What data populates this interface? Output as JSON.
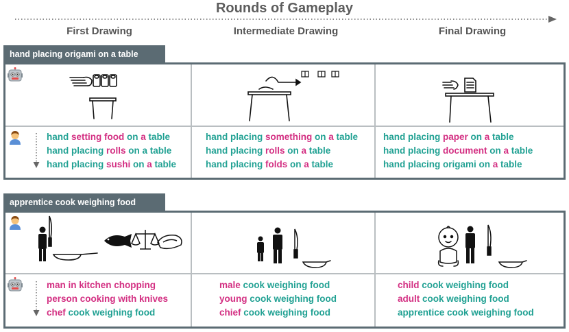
{
  "title": "Rounds of Gameplay",
  "columns": [
    "First Drawing",
    "Intermediate Drawing",
    "Final Drawing"
  ],
  "colors": {
    "teal": "#21a193",
    "magenta": "#d32f82",
    "panel": "#5b6b73"
  },
  "sections": [
    {
      "label": "hand placing origami on a table",
      "drawer": "robot-icon",
      "guesser": "person-icon",
      "guesses": [
        [
          [
            [
              "hand ",
              "t"
            ],
            [
              "setting food",
              "m"
            ],
            [
              " on ",
              "t"
            ],
            [
              "a",
              "m"
            ],
            [
              " table",
              "t"
            ]
          ],
          [
            [
              "hand placing ",
              "t"
            ],
            [
              "rolls",
              "m"
            ],
            [
              " on a table",
              "t"
            ]
          ],
          [
            [
              "hand placing ",
              "t"
            ],
            [
              "sushi",
              "m"
            ],
            [
              " on ",
              "t"
            ],
            [
              "a",
              "m"
            ],
            [
              " table",
              "t"
            ]
          ]
        ],
        [
          [
            [
              "hand placing ",
              "t"
            ],
            [
              "something",
              "m"
            ],
            [
              " on ",
              "t"
            ],
            [
              "a",
              "m"
            ],
            [
              " table",
              "t"
            ]
          ],
          [
            [
              "hand placing ",
              "t"
            ],
            [
              "rolls",
              "m"
            ],
            [
              " on ",
              "t"
            ],
            [
              "a",
              "m"
            ],
            [
              " table",
              "t"
            ]
          ],
          [
            [
              "hand placing ",
              "t"
            ],
            [
              "folds",
              "m"
            ],
            [
              " on ",
              "t"
            ],
            [
              "a",
              "m"
            ],
            [
              " table",
              "t"
            ]
          ]
        ],
        [
          [
            [
              "hand placing ",
              "t"
            ],
            [
              "paper",
              "m"
            ],
            [
              " on ",
              "t"
            ],
            [
              "a",
              "m"
            ],
            [
              " table",
              "t"
            ]
          ],
          [
            [
              "hand placing ",
              "t"
            ],
            [
              "document",
              "m"
            ],
            [
              " on ",
              "t"
            ],
            [
              "a",
              "m"
            ],
            [
              " table",
              "t"
            ]
          ],
          [
            [
              "hand placing origami on ",
              "t"
            ],
            [
              "a",
              "m"
            ],
            [
              " table",
              "t"
            ]
          ]
        ]
      ]
    },
    {
      "label": "apprentice cook weighing food",
      "drawer": "person-icon",
      "guesser": "robot-icon",
      "guesses": [
        [
          [
            [
              "man in kitchen chopping",
              "m"
            ]
          ],
          [
            [
              "person cooking with knives",
              "m"
            ]
          ],
          [
            [
              "chef",
              "m"
            ],
            [
              " cook weighing food",
              "t"
            ]
          ]
        ],
        [
          [
            [
              "male",
              "m"
            ],
            [
              " cook weighing food",
              "t"
            ]
          ],
          [
            [
              "young",
              "m"
            ],
            [
              " cook weighing food",
              "t"
            ]
          ],
          [
            [
              "chief",
              "m"
            ],
            [
              " cook weighing food",
              "t"
            ]
          ]
        ],
        [
          [
            [
              "child",
              "m"
            ],
            [
              " cook weighing food",
              "t"
            ]
          ],
          [
            [
              "adult",
              "m"
            ],
            [
              " cook weighing food",
              "t"
            ]
          ],
          [
            [
              "apprentice cook weighing food",
              "t"
            ]
          ]
        ]
      ]
    }
  ]
}
